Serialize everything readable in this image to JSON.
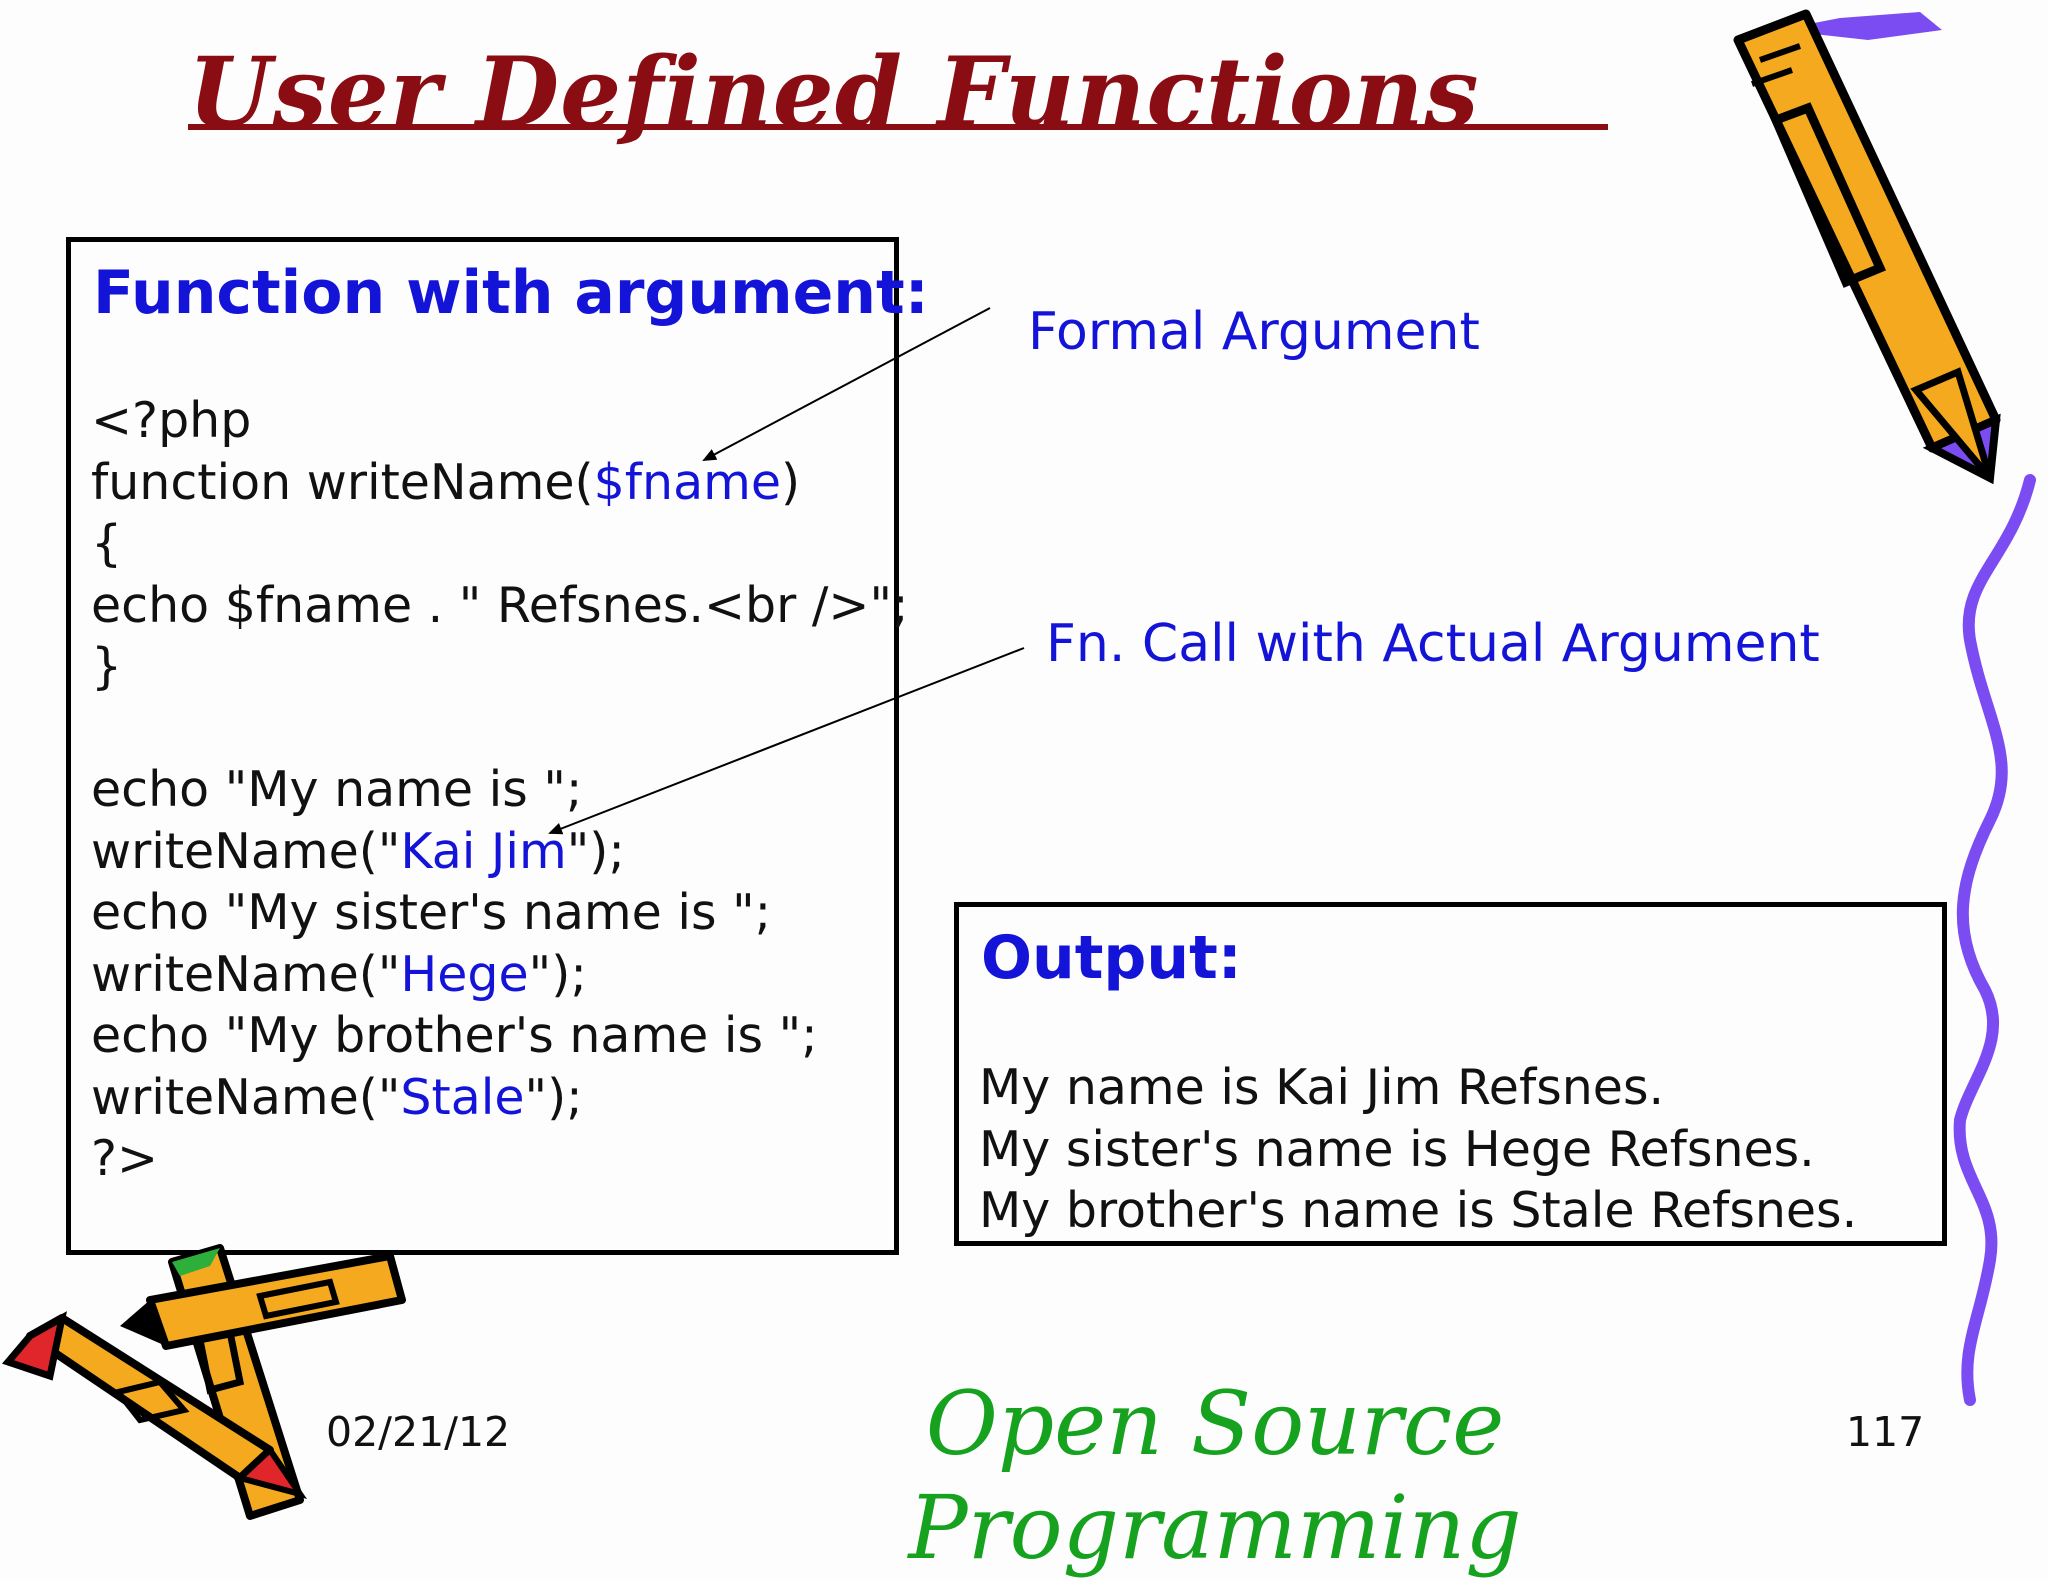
{
  "slide": {
    "title": "User Defined Functions",
    "code_box": {
      "heading": "Function with argument:",
      "lines": [
        [
          {
            "t": "<?php"
          }
        ],
        [
          {
            "t": "function writeName("
          },
          {
            "t": "$fname",
            "c": "blue"
          },
          {
            "t": ")"
          }
        ],
        [
          {
            "t": "{"
          }
        ],
        [
          {
            "t": "echo $fname . \" Refsnes.<br />\";"
          }
        ],
        [
          {
            "t": "}"
          }
        ],
        [
          {
            "t": ""
          }
        ],
        [
          {
            "t": "echo \"My name is \";"
          }
        ],
        [
          {
            "t": "writeName(\""
          },
          {
            "t": "Kai Jim",
            "c": "blue"
          },
          {
            "t": "\");"
          }
        ],
        [
          {
            "t": "echo \"My sister's name is \";"
          }
        ],
        [
          {
            "t": "writeName(\""
          },
          {
            "t": "Hege",
            "c": "blue"
          },
          {
            "t": "\");"
          }
        ],
        [
          {
            "t": "echo \"My brother's name is \";"
          }
        ],
        [
          {
            "t": "writeName(\""
          },
          {
            "t": "Stale",
            "c": "blue"
          },
          {
            "t": "\");"
          }
        ],
        [
          {
            "t": "?>"
          }
        ]
      ]
    },
    "annotations": {
      "formal": "Formal Argument",
      "actual": "Fn. Call with Actual Argument"
    },
    "output_box": {
      "heading": "Output:",
      "lines": [
        "My name is Kai Jim Refsnes.",
        "My sister's name is Hege Refsnes.",
        "My brother's name is Stale Refsnes."
      ]
    },
    "footer": {
      "date": "02/21/12",
      "course": "Open Source Programming",
      "page": "117"
    },
    "colors": {
      "title": "#8b0d14",
      "accent_blue": "#1414d8",
      "footer_green": "#16a21e",
      "pencil_orange": "#f5a91e",
      "squiggle_purple": "#7a4cf2"
    },
    "icons": [
      "pencil-clipart-icon",
      "pencils-clipart-icon",
      "squiggle-decoration"
    ]
  }
}
